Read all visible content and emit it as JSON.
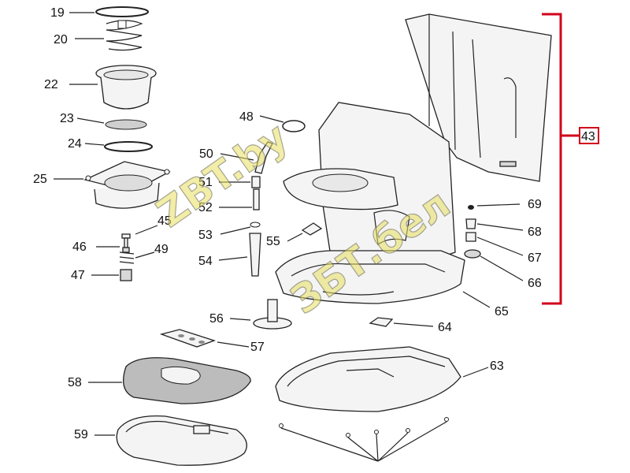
{
  "parts": {
    "p19": "19",
    "p20": "20",
    "p22": "22",
    "p23": "23",
    "p24": "24",
    "p25": "25",
    "p45": "45",
    "p46": "46",
    "p49": "49",
    "p47": "47",
    "p48": "48",
    "p50": "50",
    "p51": "51",
    "p52": "52",
    "p53": "53",
    "p54": "54",
    "p55": "55",
    "p56": "56",
    "p57": "57",
    "p58": "58",
    "p59": "59",
    "p63": "63",
    "p64": "64",
    "p65": "65",
    "p66": "66",
    "p67": "67",
    "p68": "68",
    "p69": "69",
    "p43": "43"
  },
  "watermark": {
    "line1": "ZBT.by",
    "line2": "ЗБТ.бел"
  },
  "colors": {
    "group_bracket": "#d0021b",
    "watermark_fill": "#e8e060"
  }
}
